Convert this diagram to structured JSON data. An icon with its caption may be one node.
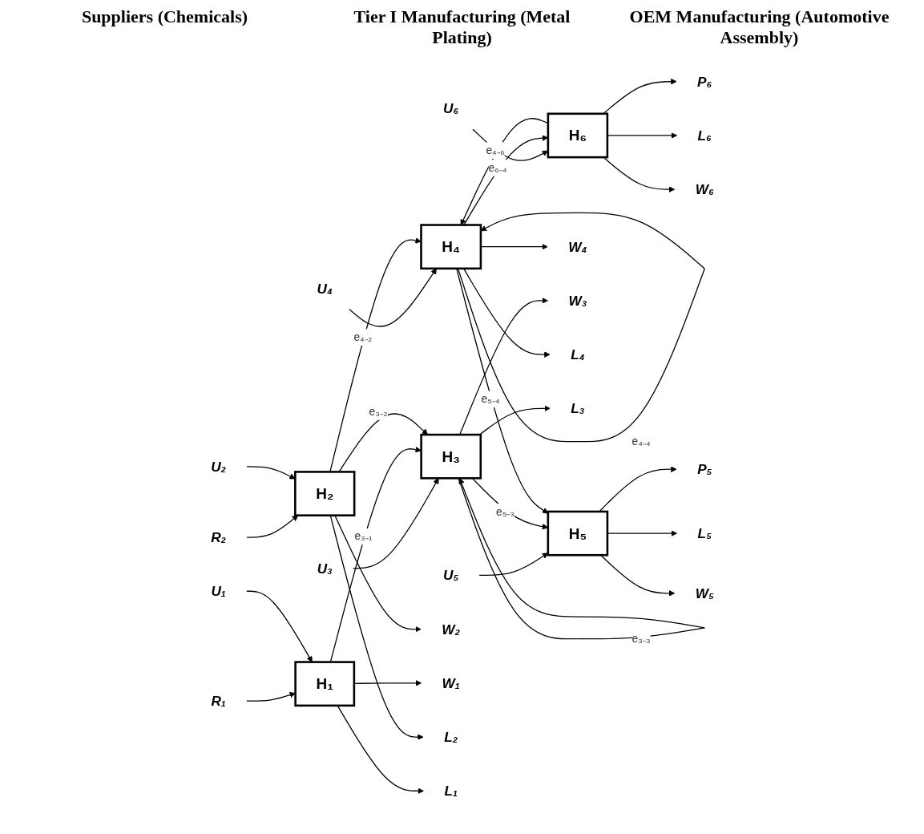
{
  "diagram": {
    "nodes": [
      {
        "text": [
          "R₁"
        ]
      },
      {
        "text": [
          "R₂"
        ]
      },
      {
        "text": [
          "U₁"
        ]
      },
      {
        "text": [
          "U₂"
        ]
      },
      {
        "text": [
          "U₃"
        ]
      },
      {
        "text": [
          "U₄"
        ]
      },
      {
        "text": [
          "U₅"
        ]
      },
      {
        "text": [
          "U₆"
        ]
      },
      {
        "text": [
          "H₁"
        ]
      },
      {
        "text": [
          "H₂"
        ]
      },
      {
        "text": [
          "H₃"
        ]
      },
      {
        "text": [
          "H₄"
        ]
      },
      {
        "text": [
          "H₅"
        ]
      },
      {
        "text": [
          "H₆"
        ]
      },
      {
        "text": [
          "P₅"
        ]
      },
      {
        "text": [
          "P₆"
        ]
      },
      {
        "text": [
          "W₆"
        ]
      },
      {
        "text": [
          "W₅"
        ]
      },
      {
        "text": [
          "W₄"
        ]
      },
      {
        "text": [
          "W₃"
        ]
      },
      {
        "text": [
          "W₂"
        ]
      },
      {
        "text": [
          "W₁"
        ]
      },
      {
        "text": [
          "L₆"
        ]
      },
      {
        "text": [
          "L₅"
        ]
      },
      {
        "text": [
          "L₄"
        ]
      },
      {
        "text": [
          "L₃"
        ]
      },
      {
        "text": [
          "L₂"
        ]
      },
      {
        "text": [
          "L₁"
        ]
      }
    ],
    "edges": [
      {
        "from": 0,
        "to": 8,
        "arrow": "to"
      },
      {
        "from": 1,
        "to": 9,
        "arrow": "to"
      },
      {
        "from": 2,
        "to": 8,
        "arrow": "to"
      },
      {
        "from": 3,
        "to": 9,
        "arrow": "to"
      },
      {
        "from": 4,
        "to": 10,
        "arrow": "to"
      },
      {
        "from": 5,
        "to": 11,
        "arrow": "to"
      },
      {
        "from": 6,
        "to": 12,
        "arrow": "to"
      },
      {
        "from": 7,
        "to": 13,
        "arrow": "to"
      },
      {
        "from": 8,
        "to": 27,
        "arrow": "to"
      },
      {
        "from": 8,
        "to": 21,
        "arrow": "to"
      },
      {
        "from": 8,
        "to": 10,
        "arrow": "to",
        "label": "e₃₋₁"
      },
      {
        "from": 9,
        "to": 26,
        "arrow": "to"
      },
      {
        "from": 9,
        "to": 20,
        "arrow": "to"
      },
      {
        "from": 9,
        "to": 11,
        "arrow": "to",
        "label": "e₄₋₂"
      },
      {
        "from": 9,
        "to": 10,
        "arrow": "to",
        "label": "e₃₋₂"
      },
      {
        "from": 10,
        "to": 25,
        "arrow": "to"
      },
      {
        "from": 10,
        "to": 19,
        "arrow": "to"
      },
      {
        "from": 10,
        "to": 10,
        "arrow": "to",
        "label": "e₃₋₃"
      },
      {
        "from": 10,
        "to": 12,
        "arrow": "to",
        "label": "e₅₋₃"
      },
      {
        "from": 11,
        "to": 24,
        "arrow": "to"
      },
      {
        "from": 11,
        "to": 18,
        "arrow": "to"
      },
      {
        "from": 11,
        "to": 11,
        "arrow": "to",
        "label": "e₄₋₄"
      },
      {
        "from": 11,
        "to": 12,
        "arrow": "to",
        "label": "e₅₋₄"
      },
      {
        "from": 11,
        "to": 13,
        "arrow": "to",
        "label": "e₆₋₄"
      },
      {
        "from": 12,
        "to": 14,
        "arrow": "to"
      },
      {
        "from": 12,
        "to": 23,
        "arrow": "to"
      },
      {
        "from": 12,
        "to": 17,
        "arrow": "to"
      },
      {
        "from": 13,
        "to": 15,
        "arrow": "to"
      },
      {
        "from": 13,
        "to": 22,
        "arrow": "to"
      },
      {
        "from": 13,
        "to": 16,
        "arrow": "to"
      },
      {
        "from": 13,
        "to": 11,
        "arrow": "to",
        "label": "e₄₋₆"
      }
    ],
    "labels": [
      "Suppliers (Chemicals)",
      "Tier I Manufacturing (Metal Plating)",
      "OEM Manufacturing (Automotive Assembly)"
    ]
  }
}
